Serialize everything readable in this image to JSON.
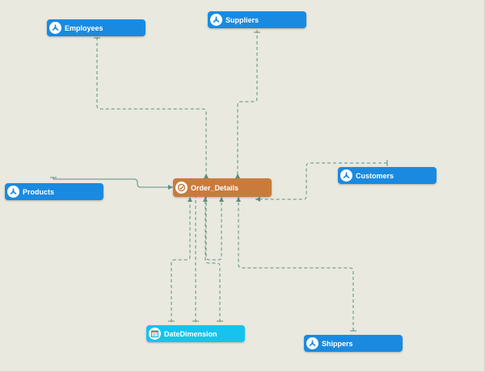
{
  "colors": {
    "canvas_bg": "#e9e9df",
    "dimension_node": "#1a8ae0",
    "fact_node": "#c97b3d",
    "date_node": "#16c3ee",
    "connector": "#5f8f80"
  },
  "nodes": {
    "employees": {
      "label": "Employees",
      "icon": "dimension-icon"
    },
    "suppliers": {
      "label": "Suppliers",
      "icon": "dimension-icon"
    },
    "products": {
      "label": "Products",
      "icon": "dimension-icon"
    },
    "order_details": {
      "label": "Order_Details",
      "icon": "fact-icon"
    },
    "customers": {
      "label": "Customers",
      "icon": "dimension-icon"
    },
    "date_dimension": {
      "label": "DateDimension",
      "icon": "calendar-icon"
    },
    "shippers": {
      "label": "Shippers",
      "icon": "dimension-icon"
    }
  }
}
